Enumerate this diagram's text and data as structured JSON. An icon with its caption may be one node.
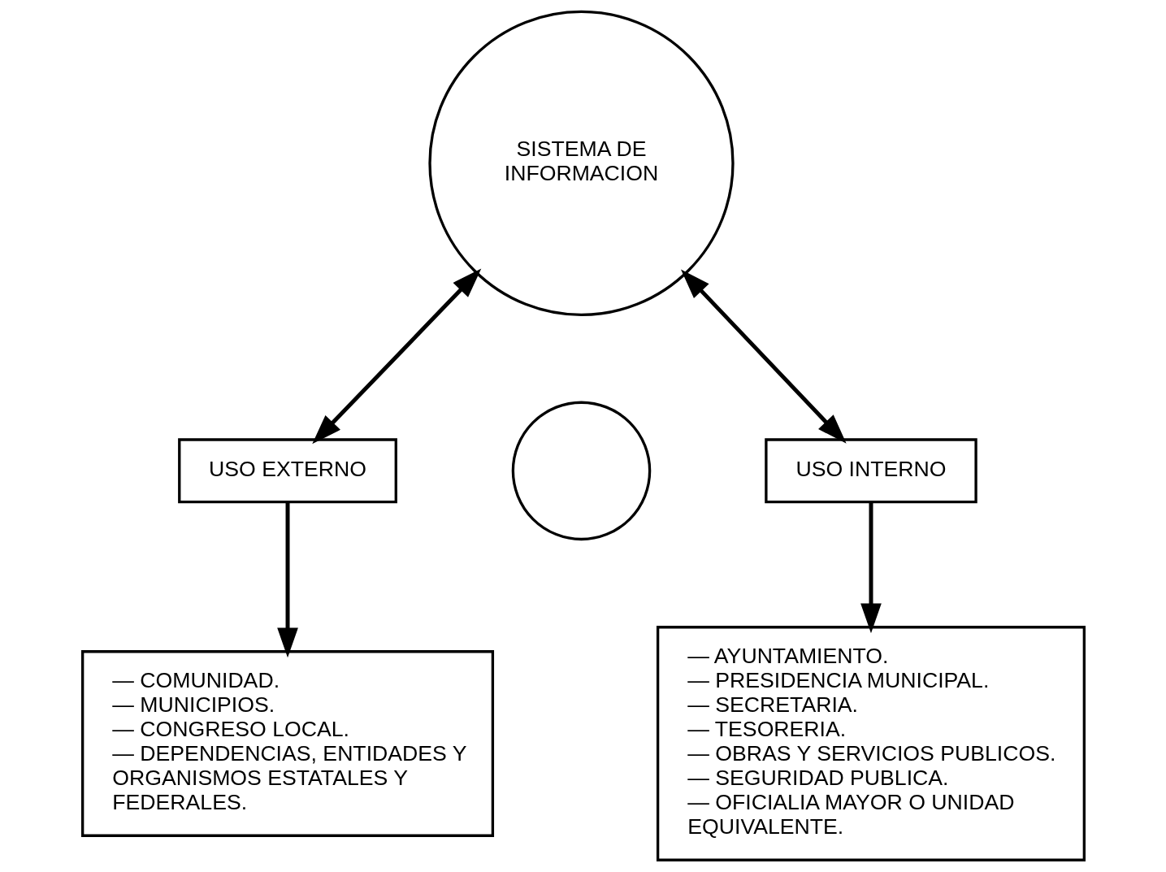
{
  "diagram": {
    "nodes": [
      {
        "text": [
          "SISTEMA DE INFORMACION"
        ]
      },
      {
        "text": [],
        "shape": "circle"
      },
      {
        "text": [
          "USO EXTERNO"
        ]
      },
      {
        "text": [
          "— COMUNIDAD.",
          "— MUNICIPIOS.",
          "— CONGRESO LOCAL.",
          "— DEPENDENCIAS, ENTIDADES Y ORGANISMOS ESTATALES Y FEDERALES."
        ]
      },
      {
        "text": [
          "USO INTERNO"
        ]
      },
      {
        "text": [
          "— AYUNTAMIENTO.",
          "— PRESIDENCIA MUNICIPAL.",
          "— SECRETARIA.",
          "— TESORERIA.",
          "— OBRAS Y SERVICIOS PUBLICOS.",
          "— SEGURIDAD PUBLICA.",
          "— OFICIALIA MAYOR O UNIDAD EQUIVALENTE."
        ]
      }
    ],
    "edges": [
      {
        "from": 2,
        "to": 0,
        "arrow": "both"
      },
      {
        "from": 2,
        "to": 3,
        "arrow": "to"
      },
      {
        "from": 4,
        "to": 0,
        "arrow": "both"
      },
      {
        "from": 4,
        "to": 5,
        "arrow": "to"
      }
    ]
  }
}
